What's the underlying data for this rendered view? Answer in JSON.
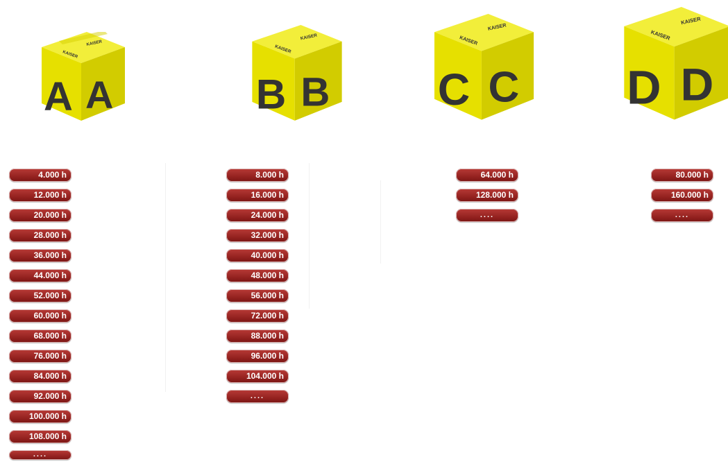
{
  "boxes": [
    {
      "letter": "A",
      "stamp": "KAISER",
      "intervals": [
        "4.000 h",
        "12.000 h",
        "20.000 h",
        "28.000 h",
        "36.000 h",
        "44.000 h",
        "52.000 h",
        "60.000 h",
        "68.000 h",
        "76.000 h",
        "84.000 h",
        "92.000 h",
        "100.000 h",
        "108.000 h"
      ],
      "more": "...."
    },
    {
      "letter": "B",
      "stamp": "KAISER",
      "intervals": [
        "8.000 h",
        "16.000 h",
        "24.000 h",
        "32.000 h",
        "40.000 h",
        "48.000 h",
        "56.000 h",
        "72.000 h",
        "88.000 h",
        "96.000 h",
        "104.000 h"
      ],
      "more": "...."
    },
    {
      "letter": "C",
      "stamp": "KAISER",
      "intervals": [
        "64.000 h",
        "128.000 h"
      ],
      "more": "...."
    },
    {
      "letter": "D",
      "stamp": "KAISER",
      "intervals": [
        "80.000 h",
        "160.000 h"
      ],
      "more": "...."
    }
  ],
  "colors": {
    "box_yellow": "#e6e000",
    "box_letter": "#333333",
    "pill_red": "#9b2824"
  }
}
